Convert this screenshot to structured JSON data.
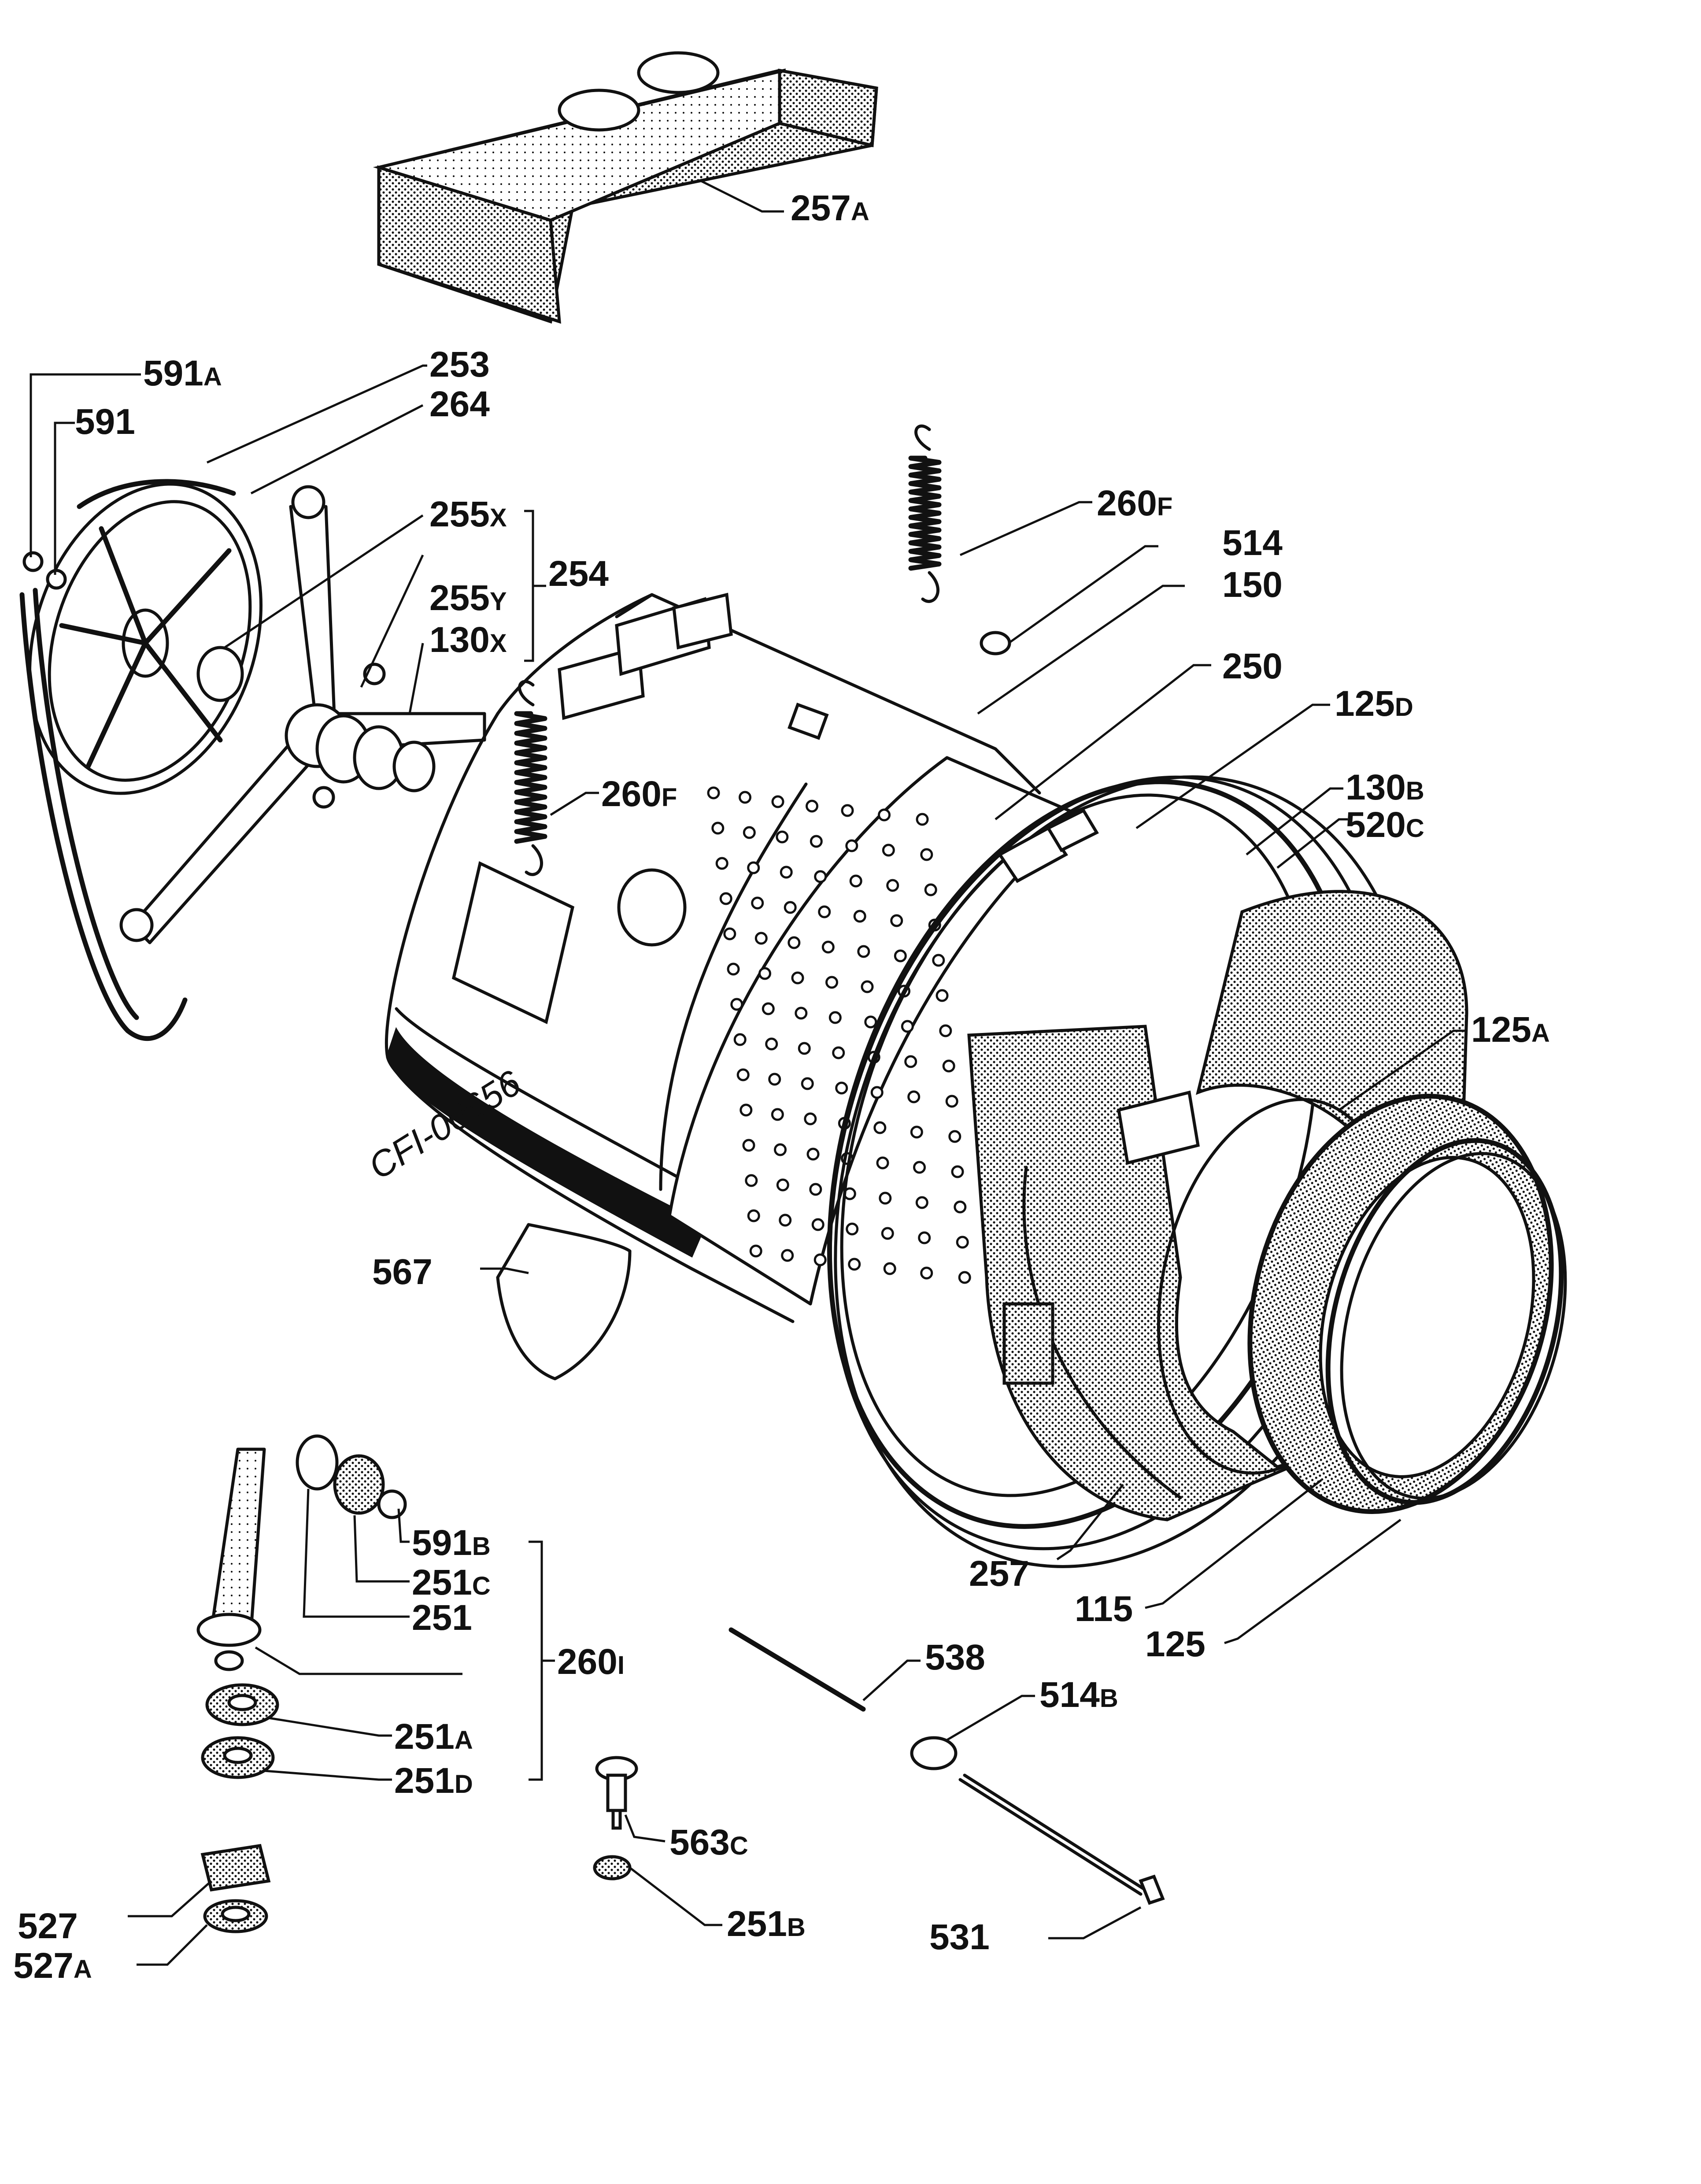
{
  "labels": {
    "l257A": {
      "num": "257",
      "suf": "A"
    },
    "l591A": {
      "num": "591",
      "suf": "A"
    },
    "l253": {
      "num": "253",
      "suf": ""
    },
    "l591": {
      "num": "591",
      "suf": ""
    },
    "l264": {
      "num": "264",
      "suf": ""
    },
    "l255X": {
      "num": "255",
      "suf": "X"
    },
    "l254": {
      "num": "254",
      "suf": ""
    },
    "l255Y": {
      "num": "255",
      "suf": "Y"
    },
    "l130X": {
      "num": "130",
      "suf": "X"
    },
    "l260F_top": {
      "num": "260",
      "suf": "F"
    },
    "l514": {
      "num": "514",
      "suf": ""
    },
    "l150": {
      "num": "150",
      "suf": ""
    },
    "l250": {
      "num": "250",
      "suf": ""
    },
    "l125D": {
      "num": "125",
      "suf": "D"
    },
    "l260F_mid": {
      "num": "260",
      "suf": "F"
    },
    "l130B": {
      "num": "130",
      "suf": "B"
    },
    "l520C": {
      "num": "520",
      "suf": "C"
    },
    "l125A": {
      "num": "125",
      "suf": "A"
    },
    "l567": {
      "num": "567",
      "suf": ""
    },
    "l591B": {
      "num": "591",
      "suf": "B"
    },
    "l251C": {
      "num": "251",
      "suf": "C"
    },
    "l251": {
      "num": "251",
      "suf": ""
    },
    "l260I": {
      "num": "260",
      "suf": "I"
    },
    "l251A": {
      "num": "251",
      "suf": "A"
    },
    "l251D": {
      "num": "251",
      "suf": "D"
    },
    "l257": {
      "num": "257",
      "suf": ""
    },
    "l115": {
      "num": "115",
      "suf": ""
    },
    "l125": {
      "num": "125",
      "suf": ""
    },
    "l538": {
      "num": "538",
      "suf": ""
    },
    "l514B": {
      "num": "514",
      "suf": "B"
    },
    "l563C": {
      "num": "563",
      "suf": "C"
    },
    "l527": {
      "num": "527",
      "suf": ""
    },
    "l251B": {
      "num": "251",
      "suf": "B"
    },
    "l531": {
      "num": "531",
      "suf": ""
    },
    "l527A": {
      "num": "527",
      "suf": "A"
    }
  },
  "drawing_code": "CFI-00656",
  "colors": {
    "ink": "#111111",
    "paper": "#ffffff"
  }
}
